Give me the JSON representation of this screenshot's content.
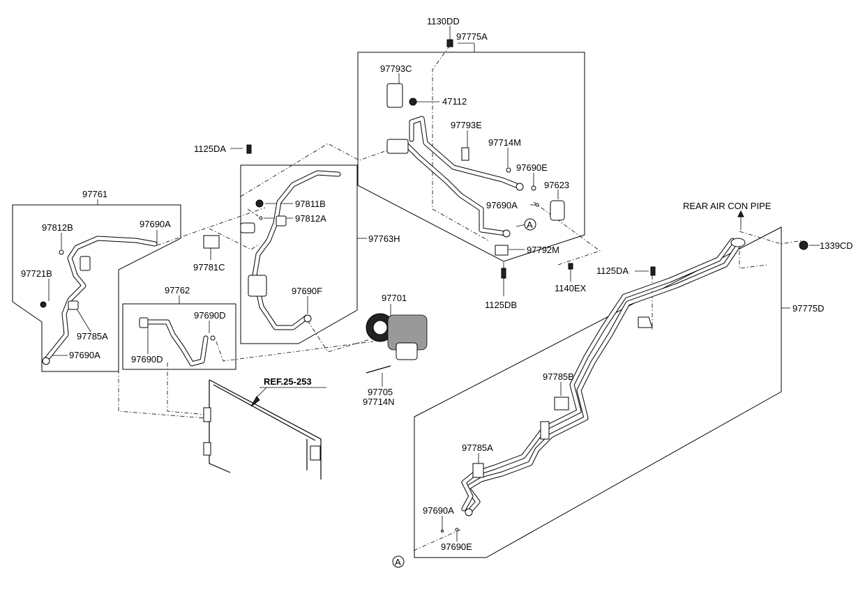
{
  "labels": {
    "l_1130DD": "1130DD",
    "l_97775A": "97775A",
    "l_97793C": "97793C",
    "l_47112": "47112",
    "l_97793E": "97793E",
    "l_97714M": "97714M",
    "l_97690E_top": "97690E",
    "l_97623": "97623",
    "l_97690A_top": "97690A",
    "l_callout_A_top": "A",
    "l_97792M": "97792M",
    "l_1125DB": "1125DB",
    "l_1140EX": "1140EX",
    "l_1125DA_right": "1125DA",
    "l_rear_air": "REAR AIR CON PIPE",
    "l_1339CD": "1339CD",
    "l_97775D": "97775D",
    "l_1125DA_left": "1125DA",
    "l_97811B": "97811B",
    "l_97812A": "97812A",
    "l_97763H": "97763H",
    "l_97781C": "97781C",
    "l_97690F": "97690F",
    "l_97701": "97701",
    "l_97705": "97705",
    "l_97714N": "97714N",
    "l_ref": "REF.25-253",
    "l_97761": "97761",
    "l_97812B": "97812B",
    "l_97690A_g1": "97690A",
    "l_97721B": "97721B",
    "l_97785A_g1": "97785A",
    "l_97690A_g1b": "97690A",
    "l_97762": "97762",
    "l_97690D_a": "97690D",
    "l_97690D_b": "97690D",
    "l_97785B": "97785B",
    "l_97785A_rear": "97785A",
    "l_97690A_rear": "97690A",
    "l_97690E_rear": "97690E",
    "l_callout_A_bottom": "A"
  }
}
